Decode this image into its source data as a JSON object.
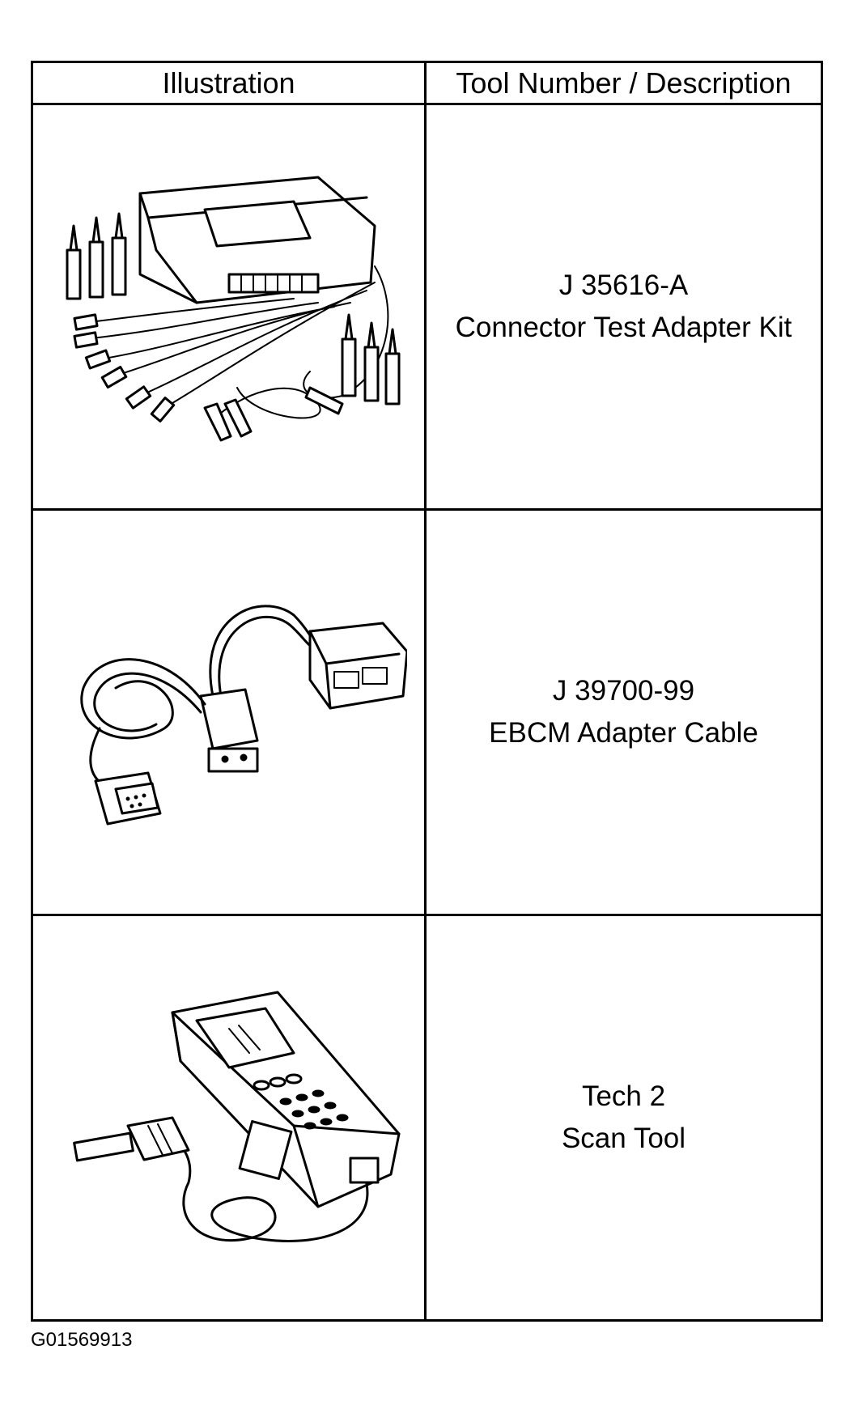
{
  "table": {
    "headers": {
      "illustration": "Illustration",
      "description": "Tool Number / Description"
    },
    "rows": [
      {
        "tool_number": "J 35616-A",
        "description": "Connector Test Adapter Kit",
        "illustration_icon": "connector-test-adapter-kit-icon"
      },
      {
        "tool_number": "J 39700-99",
        "description": "EBCM Adapter Cable",
        "illustration_icon": "ebcm-adapter-cable-icon"
      },
      {
        "tool_number": "Tech 2",
        "description": "Scan Tool",
        "illustration_icon": "tech-2-scan-tool-icon"
      }
    ]
  },
  "footer": {
    "figure_code": "G01569913"
  }
}
